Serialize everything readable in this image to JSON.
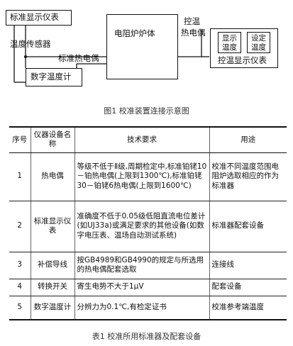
{
  "figure1": {
    "caption": "图1   校准装置连接示意图",
    "std_display": "标准显示仪表",
    "temp_sensor": "温度传感器",
    "furnace": "电阻炉炉体",
    "std_thermocouple": "标准热电偶",
    "ctrl_thermocouple_line1": "控温",
    "ctrl_thermocouple_line2": "热电偶",
    "display_temp_line1": "显示",
    "display_temp_line2": "温度",
    "set_temp_line1": "设定",
    "set_temp_line2": "温度",
    "ctrl_display_meter": "控温显示仪表",
    "digital_thermometer": "数字温度计"
  },
  "table1": {
    "caption": "表1   校准所用标准器及配套设备",
    "headers": {
      "no": "序号",
      "device": "仪器设备名称",
      "requirement": "技术要求",
      "usage": "用途"
    },
    "rows": [
      {
        "no": "1",
        "device": "热电偶",
        "requirement": "等级不低于Ⅱ级,周期检定中,标准铂铑10－铂热电偶(上限到1300℃),标准铂铑30－铂铑6热电偶(上限到1600℃)",
        "usage": "校准不同温度范围电阻炉选取相应的作为标准器"
      },
      {
        "no": "2",
        "device": "标准显示仪表",
        "requirement": "准确度不低于0.05级低阻直流电位差计(如UJ33a)或满足要求的其他设备(如数字电压表、温场自动测试系统)",
        "usage": "标准器配套设备"
      },
      {
        "no": "3",
        "device": "补偿导线",
        "requirement": "按GB4989和GB4990的规定与所选用的热电偶配套选取",
        "usage": "连接线"
      },
      {
        "no": "4",
        "device": "转换开关",
        "requirement": "寄生电势不大于1μV",
        "usage": "配套设备"
      },
      {
        "no": "5",
        "device": "数字温度计",
        "requirement": "分辨力为0.1℃,有检定证书",
        "usage": "校准参考端温度"
      }
    ]
  }
}
